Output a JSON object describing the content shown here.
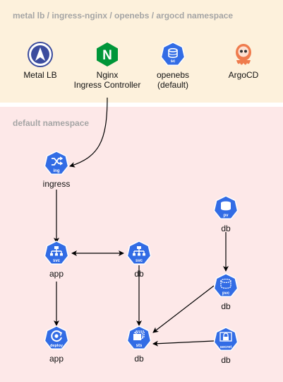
{
  "zones": {
    "top_title": "metal lb / ingress-nginx / openebs / argocd namespace",
    "default_title": "default namespace"
  },
  "top_nodes": {
    "metallb": {
      "label": "Metal LB",
      "icon": "metallb-logo-icon"
    },
    "nginx": {
      "label": "Nginx\nIngress Controller",
      "icon": "nginx-logo-icon",
      "letter": "N"
    },
    "openebs": {
      "label": "openebs\n(default)",
      "icon": "storage-class-icon",
      "badge": "sc"
    },
    "argocd": {
      "label": "ArgoCD",
      "icon": "argocd-logo-icon"
    }
  },
  "nodes": {
    "ingress": {
      "badge": "ing",
      "label": "ingress"
    },
    "svc_app": {
      "badge": "svc",
      "label": "app"
    },
    "svc_db": {
      "badge": "svc",
      "label": "db"
    },
    "deploy": {
      "badge": "deploy",
      "label": "app"
    },
    "sts": {
      "badge": "sts",
      "label": "db"
    },
    "pv": {
      "badge": "pv",
      "label": "db"
    },
    "pvc": {
      "badge": "pvc",
      "label": "db"
    },
    "secret": {
      "badge": "secret",
      "label": "db"
    }
  },
  "colors": {
    "k8s_blue": "#326ce5",
    "metallb_blue": "#3b4c9e",
    "nginx_green": "#009639",
    "argo_orange": "#ef7b4d",
    "top_zone": "#fdf1dc",
    "default_zone": "#fde8e8"
  }
}
